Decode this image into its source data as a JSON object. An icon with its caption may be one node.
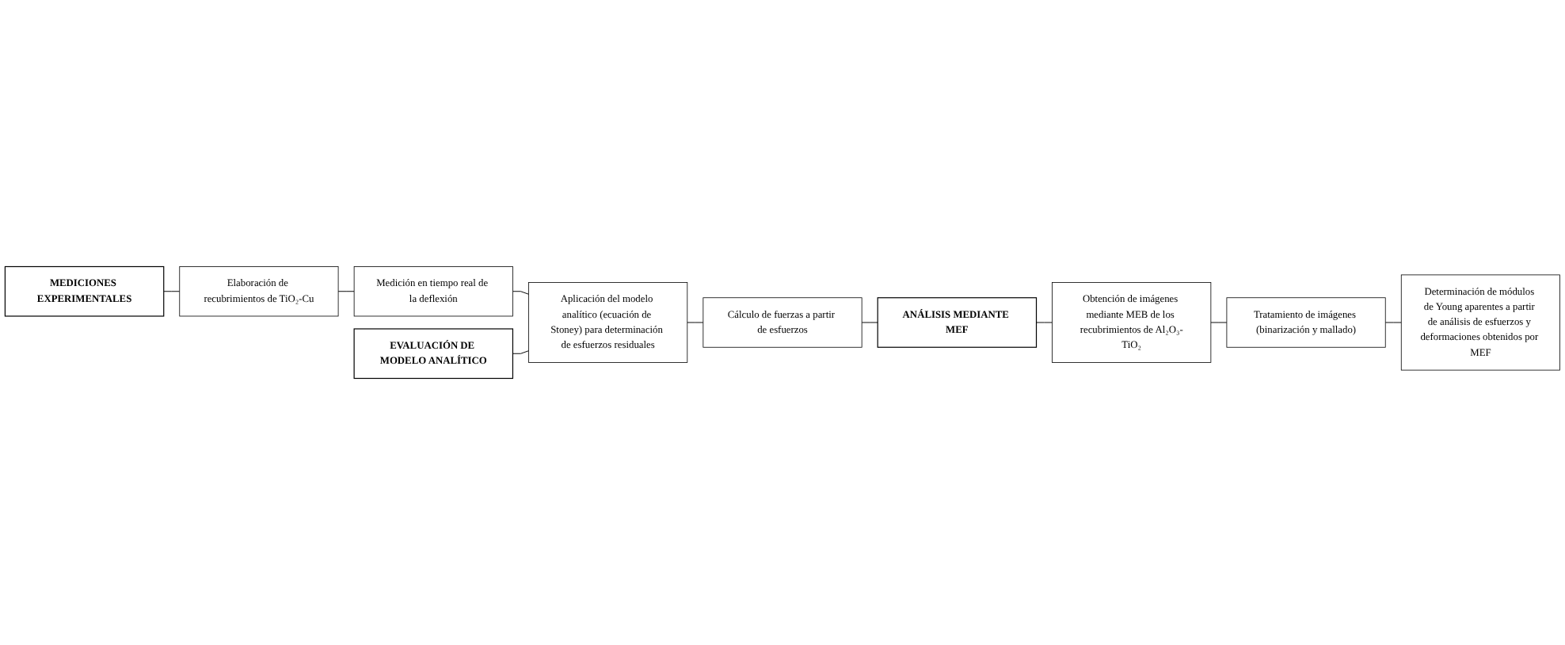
{
  "diagram": {
    "nodes": [
      {
        "text": [
          "MEDICIONES EXPERIMENTALES"
        ]
      },
      {
        "text": [
          "Elaboración de recubrimientos de TiO₂-Cu"
        ]
      },
      {
        "text": [
          "Medición en tiempo real de la deflexión"
        ]
      },
      {
        "text": [
          "EVALUACIÓN DE MODELO ANALÍTICO"
        ]
      },
      {
        "text": [
          "Aplicación del modelo analítico (ecuación de Stoney) para determinación de esfuerzos residuales"
        ]
      },
      {
        "text": [
          "Cálculo de fuerzas a partir de esfuerzos"
        ]
      },
      {
        "text": [
          "ANÁLISIS MEDIANTE MEF"
        ]
      },
      {
        "text": [
          "Obtención de imágenes mediante MEB de los recubrimientos de Al₂O₃-TiO₂"
        ]
      },
      {
        "text": [
          "Tratamiento de imágenes (binarización y mallado)"
        ]
      },
      {
        "text": [
          "Determinación de módulos de Young aparentes a partir de análisis de esfuerzos y deformaciones obtenidos por MEF"
        ]
      }
    ],
    "edges": [
      {
        "from": 0,
        "to": 1,
        "arrow": "none"
      },
      {
        "from": 1,
        "to": 2,
        "arrow": "none"
      },
      {
        "from": 2,
        "to": 4,
        "arrow": "none"
      },
      {
        "from": 3,
        "to": 4,
        "arrow": "none"
      },
      {
        "from": 4,
        "to": 5,
        "arrow": "none"
      },
      {
        "from": 5,
        "to": 6,
        "arrow": "none"
      },
      {
        "from": 6,
        "to": 7,
        "arrow": "none"
      },
      {
        "from": 7,
        "to": 8,
        "arrow": "none"
      },
      {
        "from": 8,
        "to": 9,
        "arrow": "none"
      }
    ]
  }
}
